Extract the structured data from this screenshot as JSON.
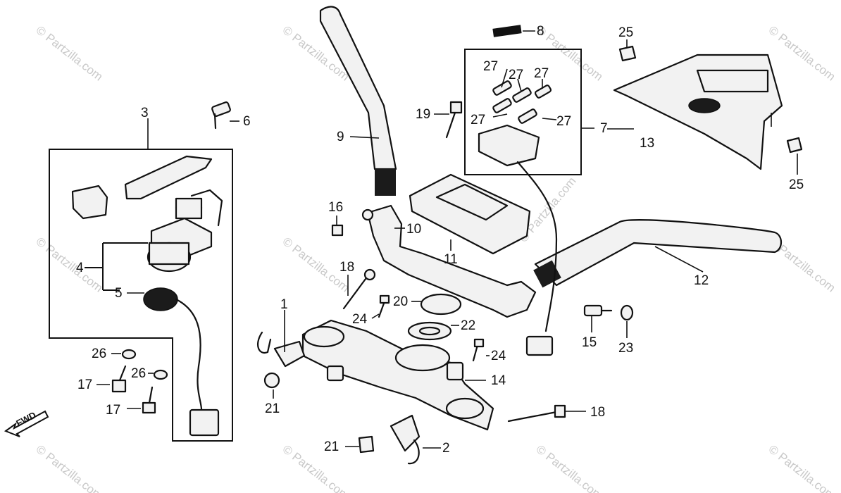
{
  "watermark": "© Partzilla.com",
  "fwd_label": "FWD",
  "callouts": {
    "c1": "1",
    "c2": "2",
    "c3": "3",
    "c4": "4",
    "c5": "5",
    "c6": "6",
    "c7": "7",
    "c8": "8",
    "c9": "9",
    "c10": "10",
    "c11": "11",
    "c12": "12",
    "c13": "13",
    "c14": "14",
    "c15": "15",
    "c16": "16",
    "c17a": "17",
    "c17b": "17",
    "c18a": "18",
    "c18b": "18",
    "c19": "19",
    "c20": "20",
    "c21a": "21",
    "c21b": "21",
    "c22": "22",
    "c23": "23",
    "c24a": "24",
    "c24b": "24",
    "c25a": "25",
    "c25b": "25",
    "c26a": "26",
    "c26b": "26",
    "c27a": "27",
    "c27b": "27",
    "c27c": "27",
    "c27d": "27",
    "c27e": "27"
  }
}
